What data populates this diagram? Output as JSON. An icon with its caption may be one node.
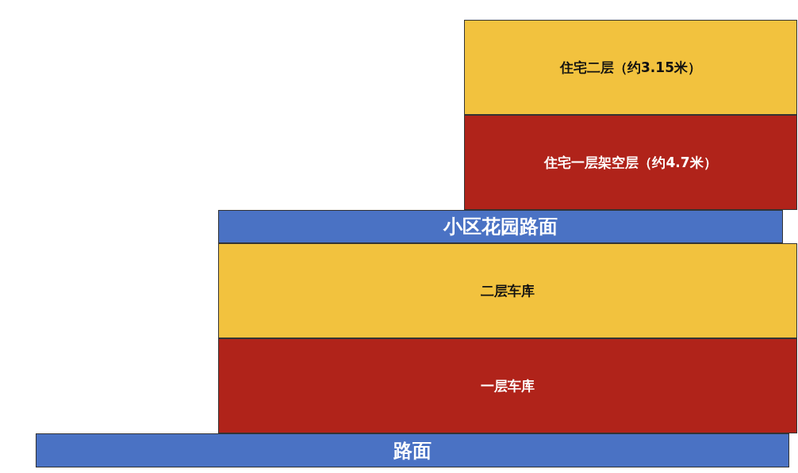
{
  "diagram": {
    "nodes": [
      {
        "text": [
          "住宅二层（约3.15米）"
        ]
      },
      {
        "text": [
          "住宅一层架空层（约4.7米）"
        ]
      },
      {
        "text": [
          "小区花园路面"
        ]
      },
      {
        "text": [
          "二层车库"
        ]
      },
      {
        "text": [
          "一层车库"
        ]
      },
      {
        "text": [
          "路面"
        ]
      }
    ]
  }
}
